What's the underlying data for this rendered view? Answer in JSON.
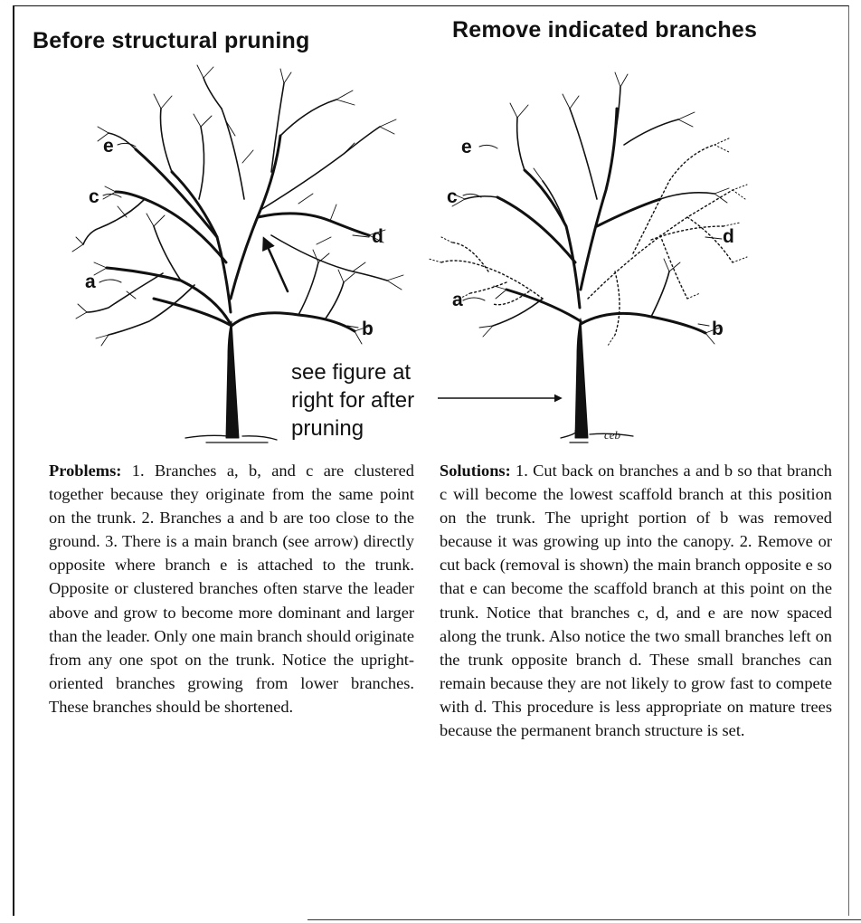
{
  "headings": {
    "left": "Before structural pruning",
    "right": "Remove indicated branches"
  },
  "labels": {
    "left": {
      "a": "a",
      "b": "b",
      "c": "c",
      "d": "d",
      "e": "e"
    },
    "right": {
      "a": "a",
      "b": "b",
      "c": "c",
      "d": "d",
      "e": "e"
    }
  },
  "callout": {
    "line1": "see figure at",
    "line2": "right for after",
    "line3": "pruning"
  },
  "signature": "ceb",
  "problems": {
    "title": "Problems:",
    "text": " 1. Branches a, b, and c are clustered together because they originate from the same point on the trunk. 2. Branches a and b are too close to the ground. 3. There is a main branch (see arrow) directly opposite where branch e is attached to the trunk. Opposite or clustered branches often starve the leader above and grow to become more dominant and larger than the leader. Only one main branch should originate from any one spot on the trunk. Notice the upright-oriented branches growing from lower branches. These branches should be shortened."
  },
  "solutions": {
    "title": "Solutions:",
    "text": " 1. Cut back on branches a and b so that branch c will become the lowest scaffold branch at this position on the trunk. The upright portion of b was removed because it was growing up into the canopy. 2. Remove or cut back (removal is shown) the main branch opposite e so that e can become the scaffold branch at this point on the trunk. Notice that branches c, d, and e are now spaced along the trunk. Also notice the two small branches left on the trunk opposite branch d. These small branches can remain because they are not likely to grow fast to compete with d. This procedure is less appropriate on mature trees because the permanent branch structure is set."
  }
}
